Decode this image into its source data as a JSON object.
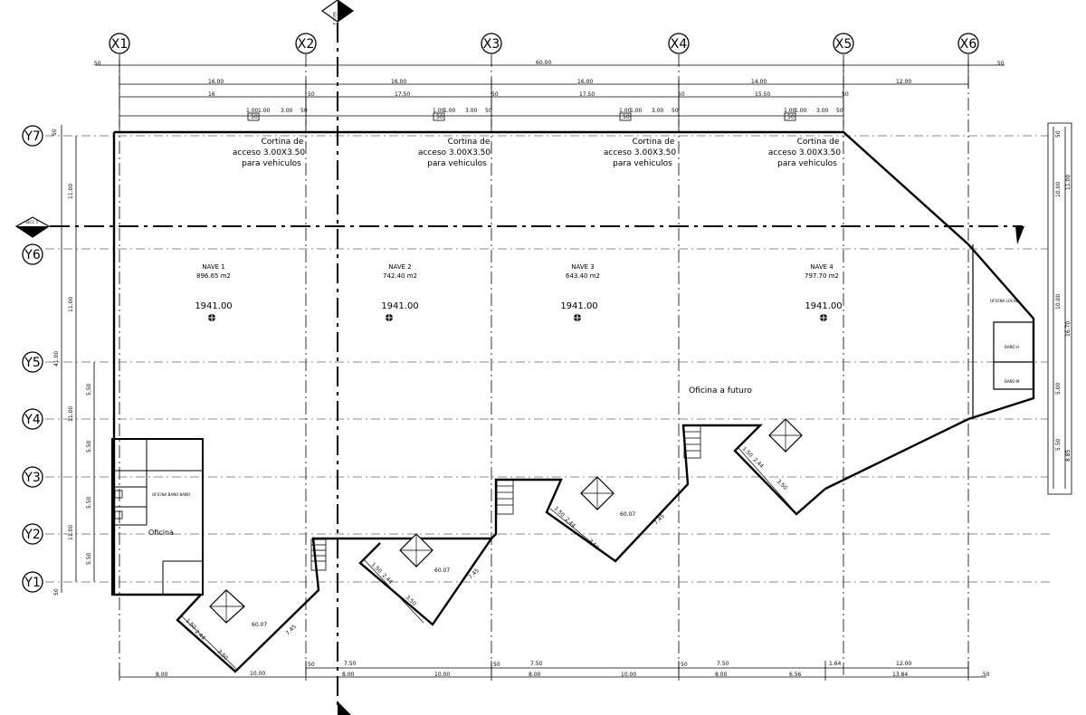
{
  "axes_x": [
    "X1",
    "X2",
    "X3",
    "X4",
    "X5",
    "X6"
  ],
  "axes_y": [
    "Y7",
    "Y6",
    "Y5",
    "Y4",
    "Y3",
    "Y2",
    "Y1"
  ],
  "top_dims": {
    "overall": "60.00",
    "end_left": ".50",
    "end_right": ".50",
    "row2": [
      "16.00",
      "16.00",
      "16.00",
      "14.00",
      "12.00"
    ],
    "row3": [
      "16",
      "17.50",
      "17.50",
      "15.50"
    ],
    "row3_small": [
      "50",
      "50",
      "50",
      "50"
    ],
    "door_row": [
      "1.00",
      "1.00",
      "3.00",
      "50"
    ],
    "door_sub": "50"
  },
  "naves": [
    {
      "name": "NAVE 1",
      "area": "896.65 m2",
      "level": "1941.00"
    },
    {
      "name": "NAVE 2",
      "area": "742.40 m2",
      "level": "1941.00"
    },
    {
      "name": "NAVE 3",
      "area": "643.40 m2",
      "level": "1941.00"
    },
    {
      "name": "NAVE 4",
      "area": "797.70 m2",
      "level": "1941.00"
    }
  ],
  "cortina": {
    "line1": "Cortina de",
    "line2": "acceso 3.00X3.50",
    "line3": "para vehiculos"
  },
  "oficina_futuro": "Oficina a futuro",
  "oficina": "Oficina",
  "small_labels": {
    "office_room": "OFICINA BAÑO BAÑO",
    "right_room": "OFICINA LOCAL",
    "right_box1": "BAÑO H",
    "right_box2": "BAÑO M"
  },
  "section_marks": {
    "top": "SECC 4",
    "left": "SECC 5"
  },
  "left_dims": {
    "outer_top": "50",
    "a": "11.00",
    "b": "11.00",
    "total": "41.00",
    "c": "5.50",
    "d": "11.00",
    "e": "5.50",
    "f": "5.50",
    "g": "11.00",
    "h": "5.50",
    "outer_bottom": "50"
  },
  "right_dims": {
    "top": "50",
    "a": "10.00",
    "b": "11.00",
    "c": "10.00",
    "total": "16.70",
    "d": "5.00",
    "e": "5.50",
    "f": "8.85"
  },
  "bottom_dims": {
    "row1": [
      "50",
      "7.50",
      "50",
      "7.50",
      "50",
      "7.50",
      "1.64",
      "12.00"
    ],
    "row2": [
      "8.00",
      "10.00",
      "8.00",
      "10.00",
      "8.00",
      "10.00",
      "8.00",
      "6.56",
      "13.84",
      ".50"
    ]
  },
  "dock_dims": {
    "a": "1.50",
    "b": "2.44",
    "c": "3.50",
    "d": "7.45",
    "e": "60.07",
    "f": "0.50"
  }
}
